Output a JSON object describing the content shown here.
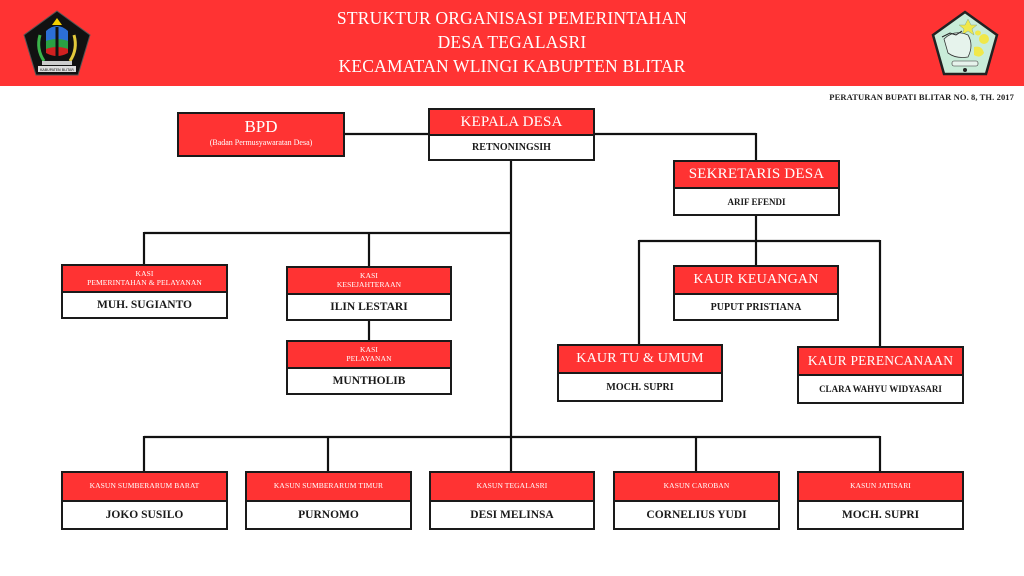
{
  "header": {
    "title_lines": [
      "STRUKTUR ORGANISASI PEMERINTAHAN",
      "DESA TEGALASRI",
      "KECAMATAN WLINGI KABUPTEN BLITAR"
    ],
    "logo_left": "kabupaten-blitar-emblem",
    "logo_left_caption": "KABUPATEN BLITAR",
    "logo_right": "desa-tegalasri-emblem",
    "background_color": "#ff3333"
  },
  "regulation": "PERATURAN BUPATI BLITAR NO. 8, TH. 2017",
  "bpd": {
    "abbr": "BPD",
    "full": "(Badan Permusyawaratan Desa)"
  },
  "kepala_desa": {
    "role": "KEPALA DESA",
    "name": "RETNONINGSIH"
  },
  "sekretaris_desa": {
    "role": "SEKRETARIS DESA",
    "name": "ARIF EFENDI"
  },
  "kasi": [
    {
      "role_line1": "KASI",
      "role_line2": "PEMERINTAHAN & PELAYANAN",
      "name": "MUH. SUGIANTO"
    },
    {
      "role_line1": "KASI",
      "role_line2": "KESEJAHTERAAN",
      "name": "ILIN LESTARI"
    },
    {
      "role_line1": "KASI",
      "role_line2": "PELAYANAN",
      "name": "MUNTHOLIB"
    }
  ],
  "kaur": [
    {
      "role": "KAUR KEUANGAN",
      "name": "PUPUT PRISTIANA"
    },
    {
      "role": "KAUR TU & UMUM",
      "name": "MOCH. SUPRI"
    },
    {
      "role": "KAUR PERENCANAAN",
      "name": "CLARA WAHYU WIDYASARI"
    }
  ],
  "kasun": [
    {
      "role": "KASUN SUMBERARUM BARAT",
      "name": "JOKO SUSILO"
    },
    {
      "role": "KASUN SUMBERARUM TIMUR",
      "name": "PURNOMO"
    },
    {
      "role": "KASUN TEGALASRI",
      "name": "DESI MELINSA"
    },
    {
      "role": "KASUN CAROBAN",
      "name": "CORNELIUS YUDI"
    },
    {
      "role": "KASUN JATISARI",
      "name": "MOCH. SUPRI"
    }
  ],
  "colors": {
    "accent_red": "#ff3333",
    "line": "#111111",
    "box_border": "#1a1a1a"
  }
}
